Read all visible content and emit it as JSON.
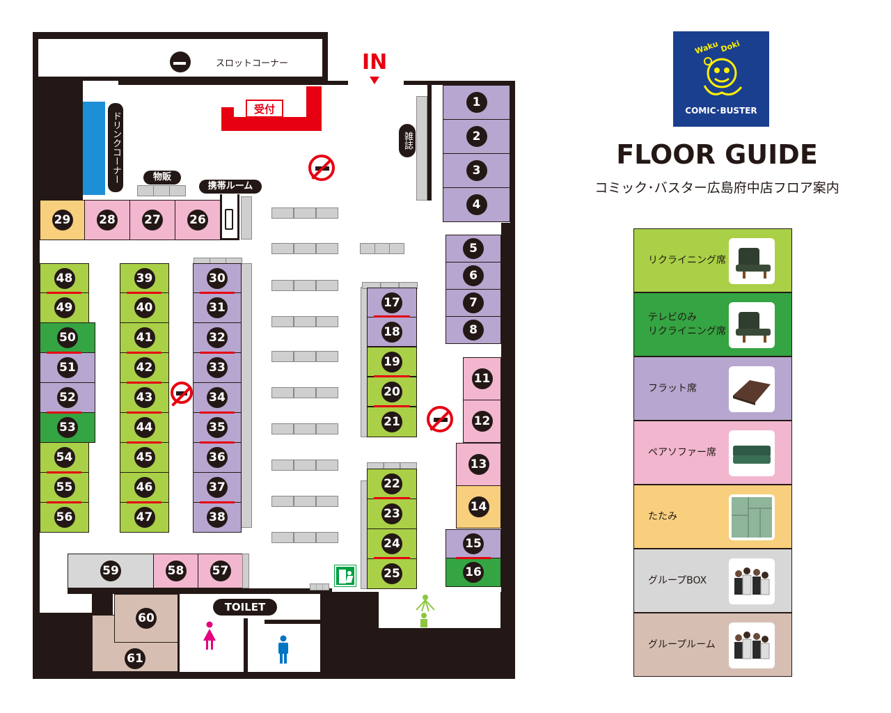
{
  "header": {
    "title": "FLOOR GUIDE",
    "subtitle": "コミック･バスター広島府中店フロア案内",
    "logo_text": "COMIC･BUSTER",
    "logo_top_text": "Waku Doki"
  },
  "labels": {
    "slot_corner": "スロットコーナー",
    "entrance": "IN",
    "reception": "受付",
    "drink_corner": "ドリンクコーナー",
    "goods": "物販",
    "phone_room": "携帯ルーム",
    "magazines": "雑誌",
    "toilet": "TOILET"
  },
  "seats": {
    "s1": "1",
    "s2": "2",
    "s3": "3",
    "s4": "4",
    "s5": "5",
    "s6": "6",
    "s7": "7",
    "s8": "8",
    "s11": "11",
    "s12": "12",
    "s13": "13",
    "s14": "14",
    "s15": "15",
    "s16": "16",
    "s17": "17",
    "s18": "18",
    "s19": "19",
    "s20": "20",
    "s21": "21",
    "s22": "22",
    "s23": "23",
    "s24": "24",
    "s25": "25",
    "s26": "26",
    "s27": "27",
    "s28": "28",
    "s29": "29",
    "s30": "30",
    "s31": "31",
    "s32": "32",
    "s33": "33",
    "s34": "34",
    "s35": "35",
    "s36": "36",
    "s37": "37",
    "s38": "38",
    "s39": "39",
    "s40": "40",
    "s41": "41",
    "s42": "42",
    "s43": "43",
    "s44": "44",
    "s45": "45",
    "s46": "46",
    "s47": "47",
    "s48": "48",
    "s49": "49",
    "s50": "50",
    "s51": "51",
    "s52": "52",
    "s53": "53",
    "s54": "54",
    "s55": "55",
    "s56": "56",
    "s57": "57",
    "s58": "58",
    "s59": "59",
    "s60": "60",
    "s61": "61"
  },
  "legend": [
    {
      "label": "リクライニング席",
      "color": "#a9d046",
      "icon": "recliner-chair-icon"
    },
    {
      "label": "テレビのみ\nリクライニング席",
      "color": "#35a442",
      "icon": "recliner-chair-icon"
    },
    {
      "label": "フラット席",
      "color": "#b7a6cf",
      "icon": "flat-mat-icon"
    },
    {
      "label": "ペアソファー席",
      "color": "#f2b6cf",
      "icon": "pair-sofa-icon"
    },
    {
      "label": "たたみ",
      "color": "#f8cf7d",
      "icon": "tatami-icon"
    },
    {
      "label": "グループBOX",
      "color": "#d7d7d8",
      "icon": "group-photo-icon"
    },
    {
      "label": "グループルーム",
      "color": "#d6bfb2",
      "icon": "group-photo-icon"
    }
  ],
  "colors": {
    "recliner": "#a9d046",
    "tv_recliner": "#35a442",
    "flat": "#b7a6cf",
    "pair_sofa": "#f2b6cf",
    "tatami": "#f8cf7d",
    "group_box": "#d7d7d8",
    "group_room": "#d6bfb2",
    "wall": "#231815",
    "accent_red": "#e60012",
    "drink": "#1c8fd6",
    "logo_blue": "#1b3f8f",
    "logo_yellow": "#fff100"
  }
}
